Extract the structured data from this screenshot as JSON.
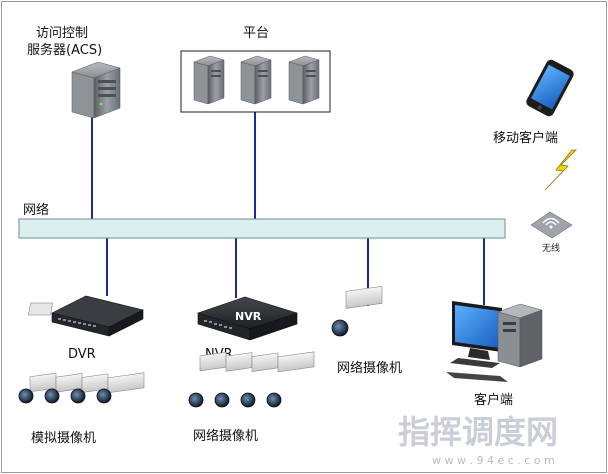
{
  "labels": {
    "acs_server_line1": "访问控制",
    "acs_server_line2": "服务器(ACS)",
    "platform": "平台",
    "mobile_client": "移动客户端",
    "network": "网络",
    "wireless": "无线",
    "dvr": "DVR",
    "nvr": "NVR",
    "nvr_screen": "NVR",
    "network_camera_single": "网络摄像机",
    "client": "客户端",
    "analog_cameras": "模拟摄像机",
    "network_cameras_group": "网络摄像机"
  },
  "watermark": {
    "main": "指挥调度网",
    "url": "w w w . 9 4 e c . c o m"
  },
  "colors": {
    "border": "#9a9a9a",
    "network_bar_fill": "#dcefef",
    "network_bar_stroke": "#6e8f95",
    "link_line": "#1a2a9a",
    "server_body": "#7d8287",
    "server_dark": "#4b5055",
    "nvr_body": "#2c2f33",
    "monitor_screen": "#2a7ad6",
    "phone_screen": "#3d8fe8",
    "lightning": "#f2d400",
    "watermark": "#c9ced8"
  }
}
